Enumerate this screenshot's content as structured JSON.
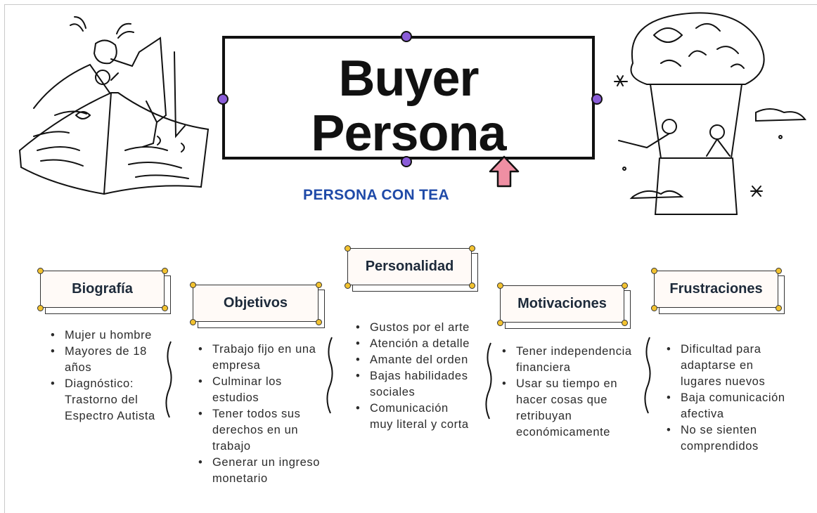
{
  "title": "Buyer\nPersona",
  "subtitle": "PERSONA CON TEA",
  "colors": {
    "accent_purple": "#8a5cd8",
    "subtitle_blue": "#1f4aa8",
    "dot_yellow": "#f2c230",
    "arrow_pink": "#ef8fa3"
  },
  "columns": [
    {
      "heading": "Biografía",
      "items": [
        "Mujer u hombre",
        "Mayores de 18 años",
        "Diagnóstico: Trastorno del Espectro Autista"
      ]
    },
    {
      "heading": "Objetivos",
      "items": [
        "Trabajo fijo en una empresa",
        "Culminar los estudios",
        "Tener todos sus derechos en un trabajo",
        "Generar un ingreso monetario"
      ]
    },
    {
      "heading": "Personalidad",
      "items": [
        "Gustos por el arte",
        "Atención a detalle",
        "Amante del orden",
        "Bajas habilidades sociales",
        "Comunicación muy literal y corta"
      ]
    },
    {
      "heading": "Motivaciones",
      "items": [
        "Tener independencia financiera",
        "Usar su tiempo en hacer cosas que retribuyan económicamente"
      ]
    },
    {
      "heading": "Frustraciones",
      "items": [
        "Dificultad para adaptarse en lugares nuevos",
        "Baja comunicación afectiva",
        "No se sienten comprendidos"
      ]
    }
  ]
}
